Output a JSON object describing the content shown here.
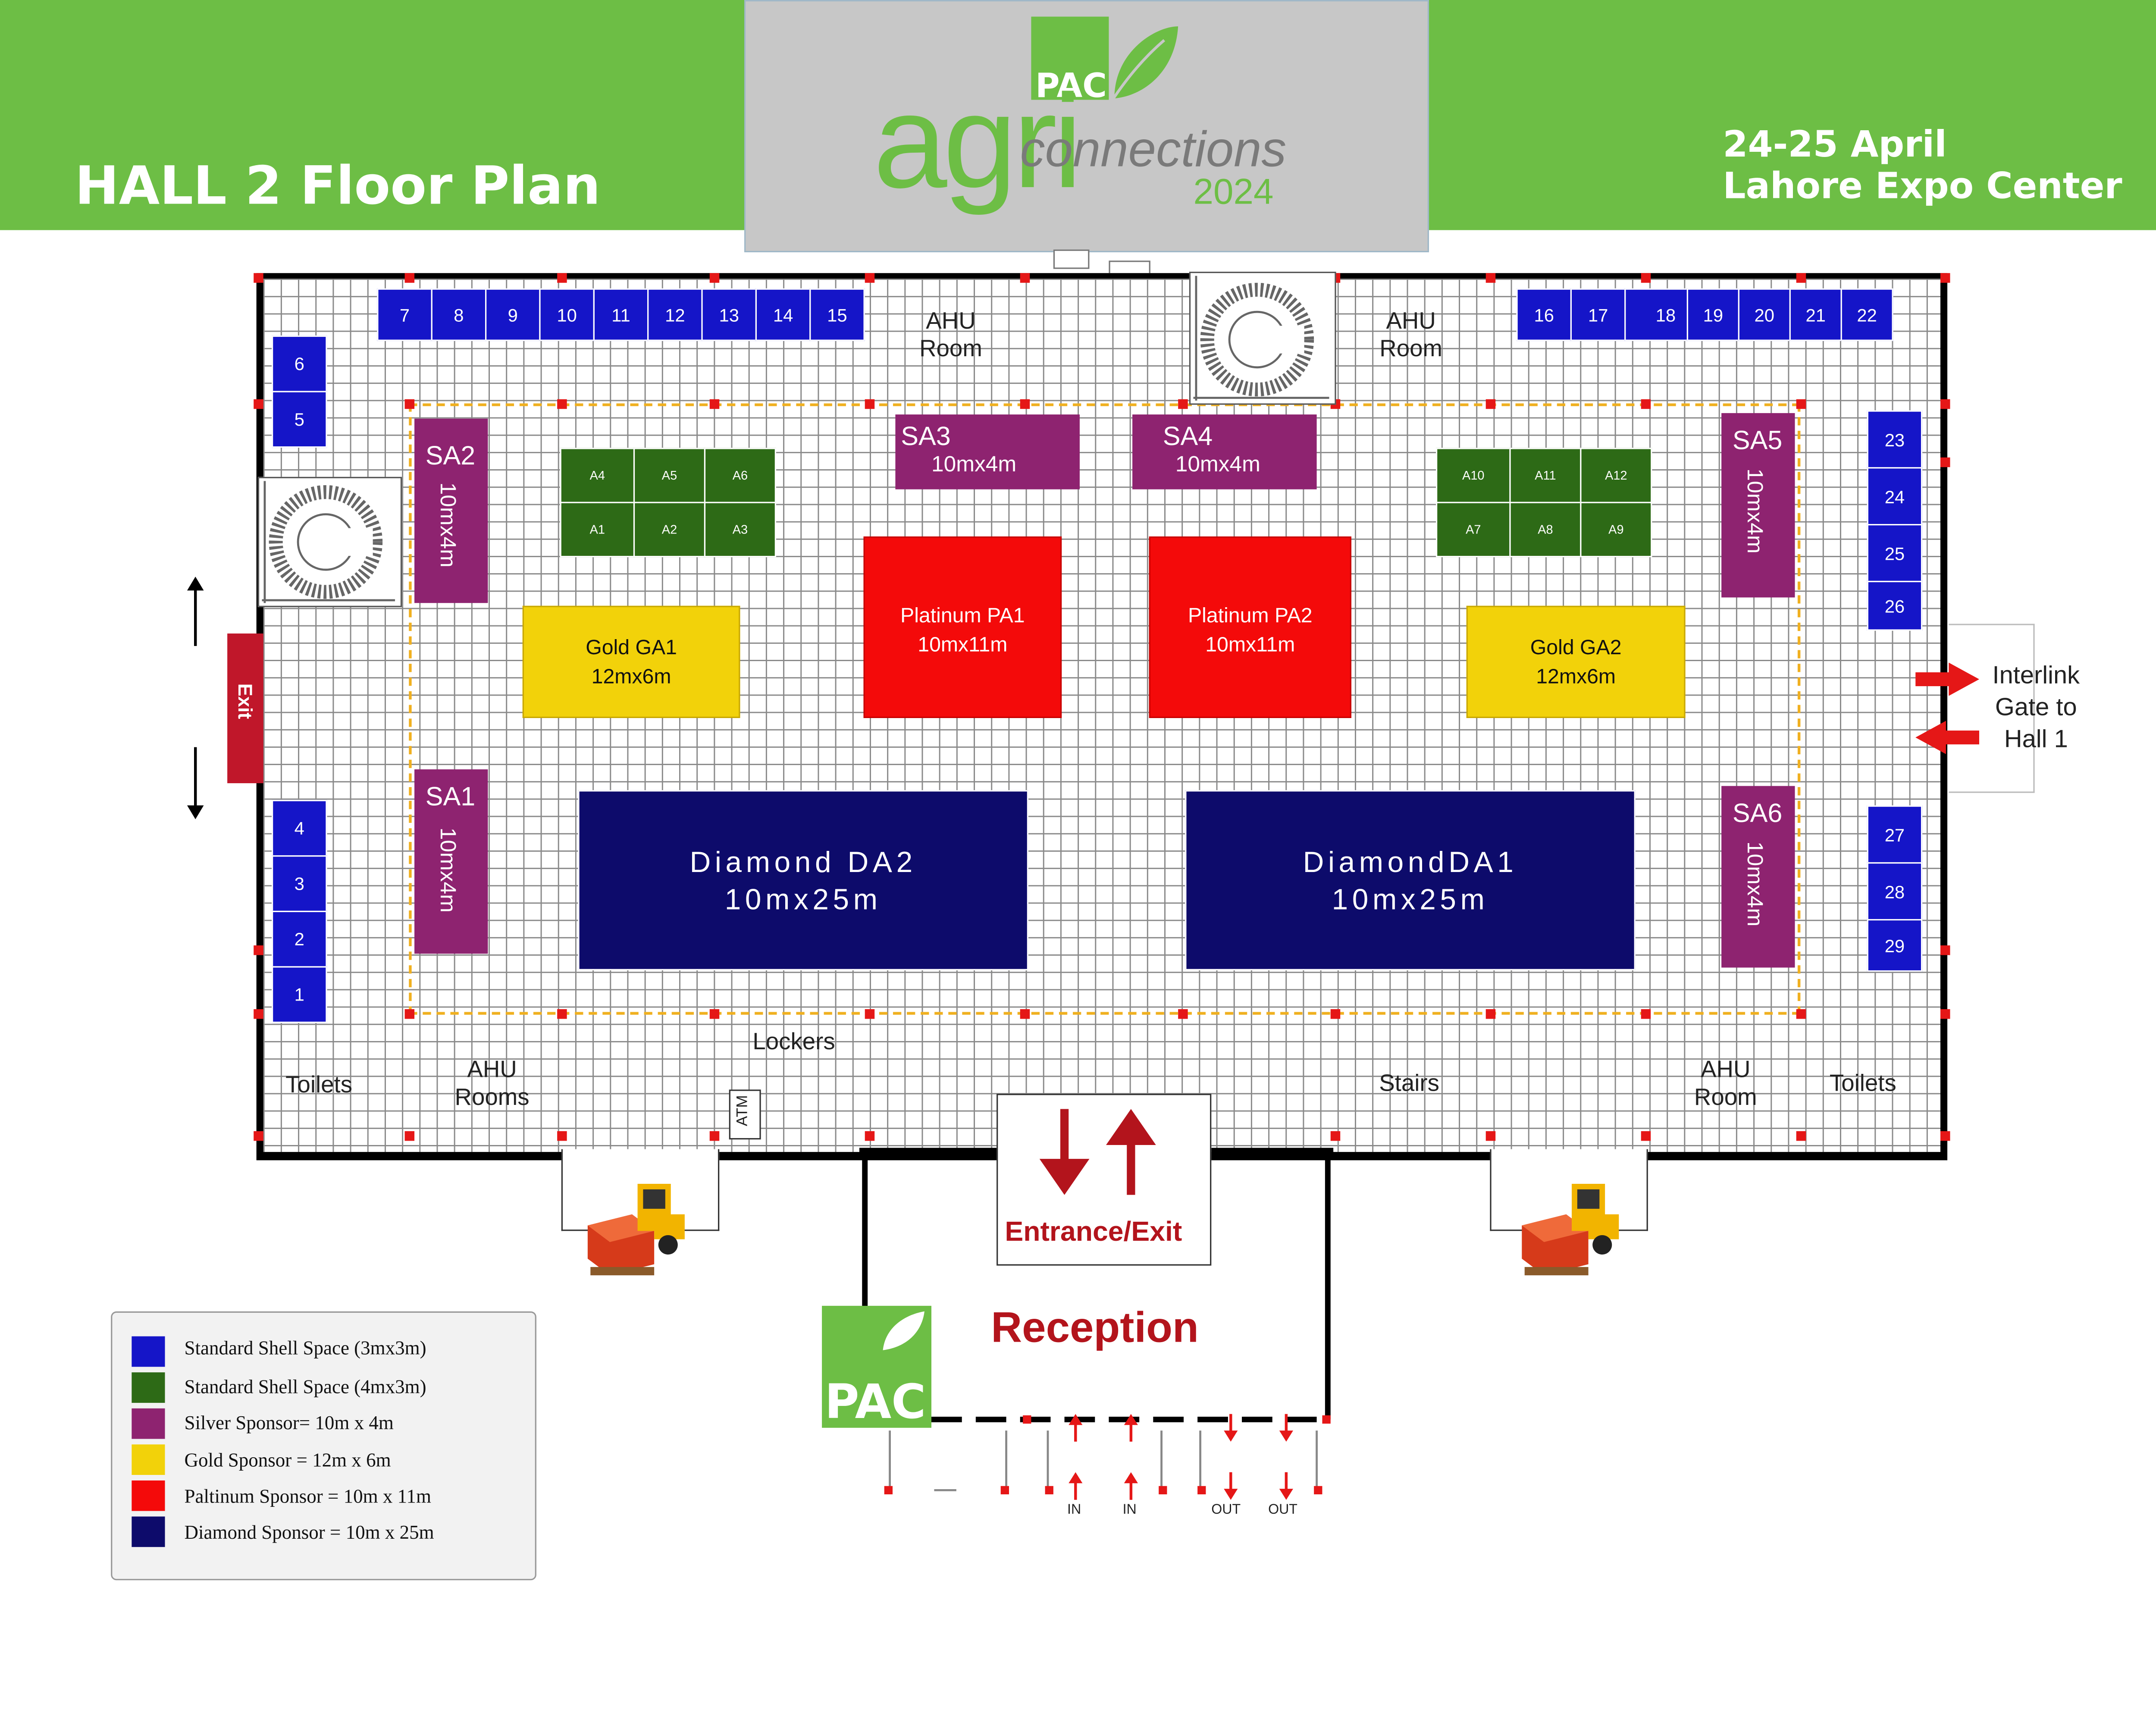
{
  "header": {
    "hall_title": "HALL 2 Floor Plan",
    "date_line1": "24-25 April",
    "date_line2": "Lahore Expo Center",
    "logo_pac": "PAC",
    "logo_agri": "agri",
    "logo_connections": "connections",
    "logo_year": "2024"
  },
  "standard_booths_3x3": [
    "1",
    "2",
    "3",
    "4",
    "5",
    "6",
    "7",
    "8",
    "9",
    "10",
    "11",
    "12",
    "13",
    "14",
    "15",
    "16",
    "17",
    "18",
    "19",
    "20",
    "21",
    "22",
    "23",
    "24",
    "25",
    "26",
    "27",
    "28",
    "29"
  ],
  "standard_booths_4x3": [
    "A1",
    "A2",
    "A3",
    "A4",
    "A5",
    "A6",
    "A7",
    "A8",
    "A9",
    "A10",
    "A11",
    "A12"
  ],
  "silver": [
    {
      "id": "SA1",
      "size": "10mx4m"
    },
    {
      "id": "SA2",
      "size": "10mx4m"
    },
    {
      "id": "SA3",
      "size": "10mx4m"
    },
    {
      "id": "SA4",
      "size": "10mx4m"
    },
    {
      "id": "SA5",
      "size": "10mx4m"
    },
    {
      "id": "SA6",
      "size": "10mx4m"
    }
  ],
  "gold": [
    {
      "name": "Gold GA1",
      "size": "12mx6m"
    },
    {
      "name": "Gold GA2",
      "size": "12mx6m"
    }
  ],
  "platinum": [
    {
      "name": "Platinum PA1",
      "size": "10mx11m"
    },
    {
      "name": "Platinum PA2",
      "size": "10mx11m"
    }
  ],
  "diamond": [
    {
      "name": "Diamond DA2",
      "size": "10mx25m"
    },
    {
      "name": "DiamondDA1",
      "size": "10mx25m"
    }
  ],
  "labels": {
    "ahu_room": "AHU Room",
    "ahu_rooms": "AHU Rooms",
    "toilets": "Toilets",
    "lockers": "Lockers",
    "stairs": "Stairs",
    "atm": "ATM",
    "exit": "Exit",
    "interlink_line1": "Interlink",
    "interlink_line2": "Gate to",
    "interlink_line3": "Hall 1",
    "entrance_exit": "Entrance/Exit",
    "reception": "Reception",
    "pac": "PAC",
    "gate_in": "IN",
    "gate_out": "OUT"
  },
  "legend": [
    {
      "text": "Standard Shell Space (3mx3m)",
      "color": "#1515c8"
    },
    {
      "text": "Standard Shell Space (4mx3m)",
      "color": "#2d6a16"
    },
    {
      "text": "Silver Sponsor=  10m x 4m",
      "color": "#8e2370"
    },
    {
      "text": "Gold Sponsor = 12m x 6m",
      "color": "#f2d20a"
    },
    {
      "text": "Paltinum  Sponsor = 10m x 11m",
      "color": "#f40a0a"
    },
    {
      "text": "Diamond  Sponsor = 10m x 25m",
      "color": "#0d0b6b"
    }
  ],
  "colors": {
    "banner_green": "#6dbe45",
    "standard_3x3": "#1515c8",
    "standard_4x3": "#2d6a16",
    "silver": "#8e2370",
    "gold": "#f2d20a",
    "platinum": "#f40a0a",
    "diamond": "#0d0b6b",
    "accent_red": "#b3141c"
  },
  "icons": [
    "staircase-icon",
    "forklift-icon",
    "arrow-up-icon",
    "arrow-down-icon",
    "arrow-right-icon",
    "arrow-left-icon",
    "leaf-icon"
  ]
}
